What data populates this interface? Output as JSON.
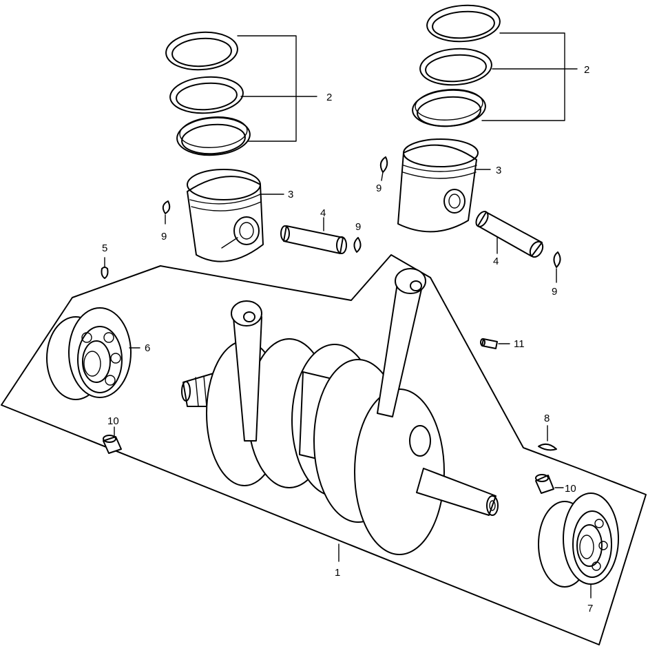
{
  "callouts": {
    "c1": "1",
    "c2_left": "2",
    "c2_right": "2",
    "c3_left": "3",
    "c3_right": "3",
    "c4_left": "4",
    "c4_right": "4",
    "c5": "5",
    "c6": "6",
    "c7": "7",
    "c8": "8",
    "c9_a": "9",
    "c9_b": "9",
    "c9_c": "9",
    "c9_d": "9",
    "c10_left": "10",
    "c10_right": "10",
    "c11": "11"
  },
  "colors": {
    "line": "#000000",
    "background": "#ffffff"
  }
}
